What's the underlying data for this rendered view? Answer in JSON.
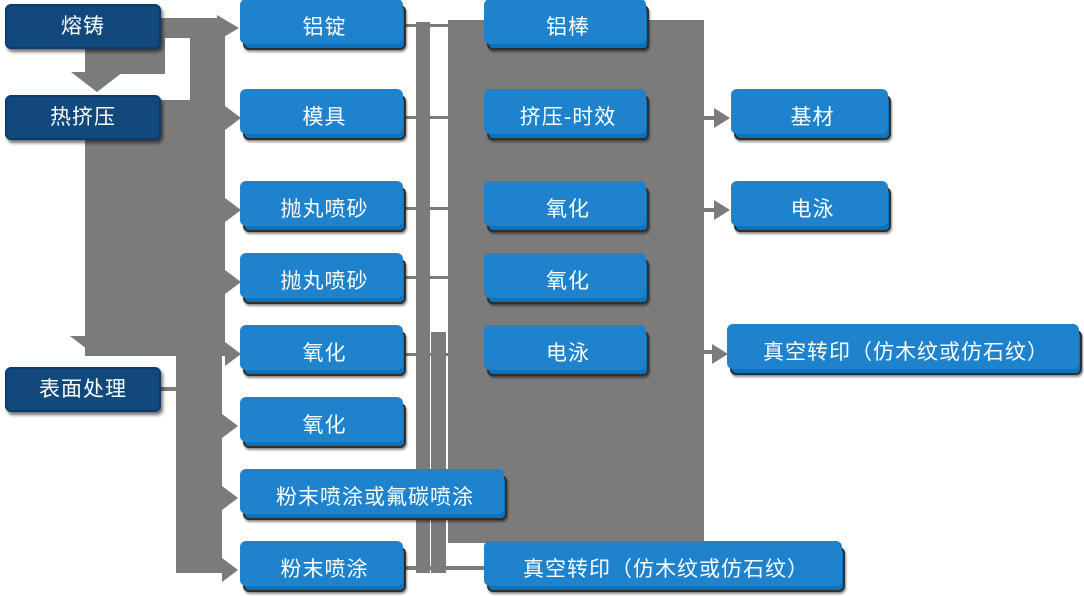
{
  "colors": {
    "node_blue": "#0973BF",
    "node_navy": "#11497D",
    "node_highlight_blue": "#1E82CC",
    "connector_gray": "#7B7B7B",
    "node_text": "#FFFFFF"
  },
  "col1": [
    "熔铸",
    "热挤压",
    "表面处理"
  ],
  "col2": [
    "铝锭",
    "模具",
    "抛丸喷砂",
    "抛丸喷砂",
    "氧化",
    "氧化",
    "粉末喷涂或氟碳喷涂",
    "粉末喷涂"
  ],
  "col3": [
    "铝棒",
    "挤压-时效",
    "氧化",
    "氧化",
    "电泳",
    "真空转印（仿木纹或仿石纹）"
  ],
  "col4": [
    "基材",
    "电泳",
    "真空转印（仿木纹或仿石纹）"
  ]
}
